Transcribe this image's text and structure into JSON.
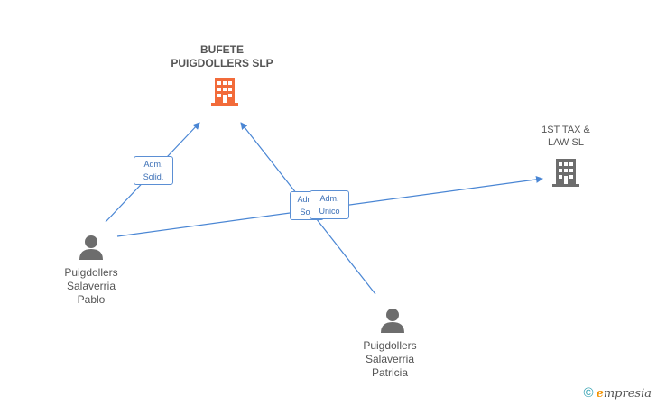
{
  "nodes": {
    "bufete": {
      "line1": "BUFETE",
      "line2": "PUIGDOLLERS SLP"
    },
    "tax": {
      "line1": "1ST TAX &",
      "line2": "LAW SL"
    },
    "pablo": {
      "line1": "Puigdollers",
      "line2": "Salaverria",
      "line3": "Pablo"
    },
    "patricia": {
      "line1": "Puigdollers",
      "line2": "Salaverria",
      "line3": "Patricia"
    }
  },
  "edges": {
    "pablo_bufete": {
      "line1": "Adm.",
      "line2": "Solid."
    },
    "patricia_bufete": {
      "line1": "Adm.",
      "line2": "Soli"
    },
    "pablo_tax": {
      "line1": "Adm.",
      "line2": "Unico"
    }
  },
  "watermark": {
    "copyright": "©",
    "brand_e": "e",
    "brand_rest": "mpresia"
  },
  "colors": {
    "main_company": "#f26b3a",
    "company": "#6d6d6d",
    "person": "#6d6d6d",
    "edge": "#4a86d4"
  }
}
